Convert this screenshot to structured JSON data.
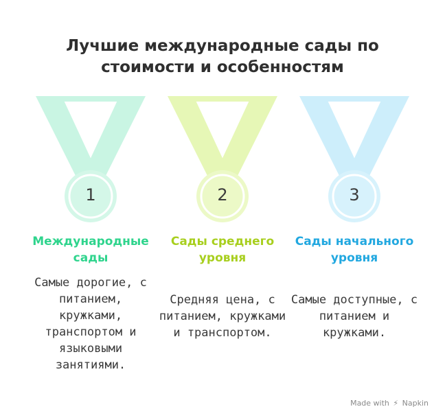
{
  "title": {
    "line1": "Лучшие международные сады по",
    "line2": "стоимости и особенностям"
  },
  "medals": [
    {
      "number": "1",
      "heading": "Международные сады",
      "description": "Самые дорогие, с питанием, кружками, транспортом и языковыми занятиями.",
      "ribbon_color": "#c9f5e3",
      "medal_color": "#d4f7e8",
      "heading_color": "#2fd48d"
    },
    {
      "number": "2",
      "heading": "Сады среднего уровня",
      "description": "Средняя цена, с питанием, кружками и транспортом.",
      "ribbon_color": "#e6f7b6",
      "medal_color": "#ecf9c7",
      "heading_color": "#a8cf1f"
    },
    {
      "number": "3",
      "heading": "Сады начального уровня",
      "description": "Самые доступные, с питанием и кружками.",
      "ribbon_color": "#cdeefb",
      "medal_color": "#d7f2fc",
      "heading_color": "#22a8e0"
    }
  ],
  "footer": {
    "made_with": "Made with",
    "brand": "Napkin",
    "brand_icon": "napkin-bolt-icon"
  }
}
